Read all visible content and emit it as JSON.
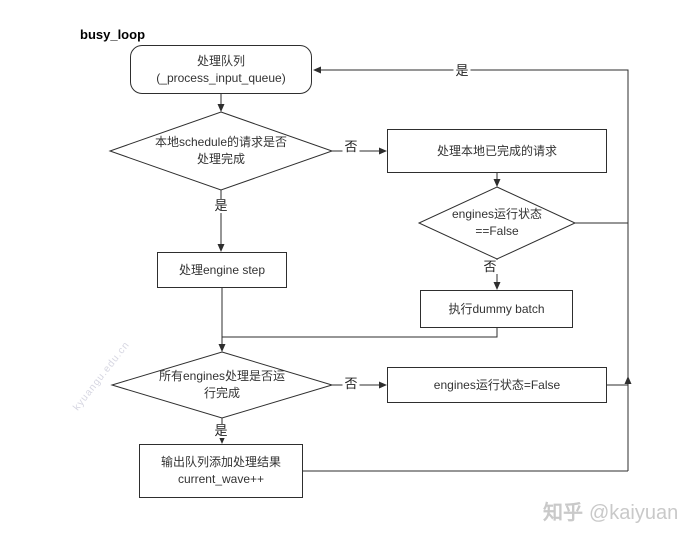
{
  "title": "busy_loop",
  "flowchart": {
    "nodes": {
      "process_queue": {
        "line1": "处理队列",
        "line2": "(_process_input_queue)"
      },
      "local_requests_done": {
        "line1": "本地schedule的请求是否",
        "line2": "处理完成"
      },
      "handle_local_completed": {
        "label": "处理本地已完成的请求"
      },
      "engines_state_check": {
        "line1": "engines运行状态",
        "line2": "==False"
      },
      "run_dummy_batch": {
        "label": "执行dummy batch"
      },
      "process_engine_step": {
        "label": "处理engine step"
      },
      "all_engines_done": {
        "line1": "所有engines处理是否运",
        "line2": "行完成"
      },
      "set_engines_state_false": {
        "label": "engines运行状态=False"
      },
      "output_queue": {
        "line1": "输出队列添加处理结果",
        "line2": "current_wave++"
      }
    },
    "edge_labels": {
      "loop_back_yes": "是",
      "local_done_no": "否",
      "local_done_yes": "是",
      "engines_state_no": "否",
      "all_done_no": "否",
      "all_done_yes": "是"
    }
  },
  "watermarks": {
    "diagonal": "kyuangu.edu.cn",
    "site_brand": "知乎",
    "site_handle": "@kaiyuan"
  },
  "colors": {
    "line": "#2e2e2e",
    "node_fill": "#ffffff",
    "watermark_gray": "#c9c9c9"
  }
}
